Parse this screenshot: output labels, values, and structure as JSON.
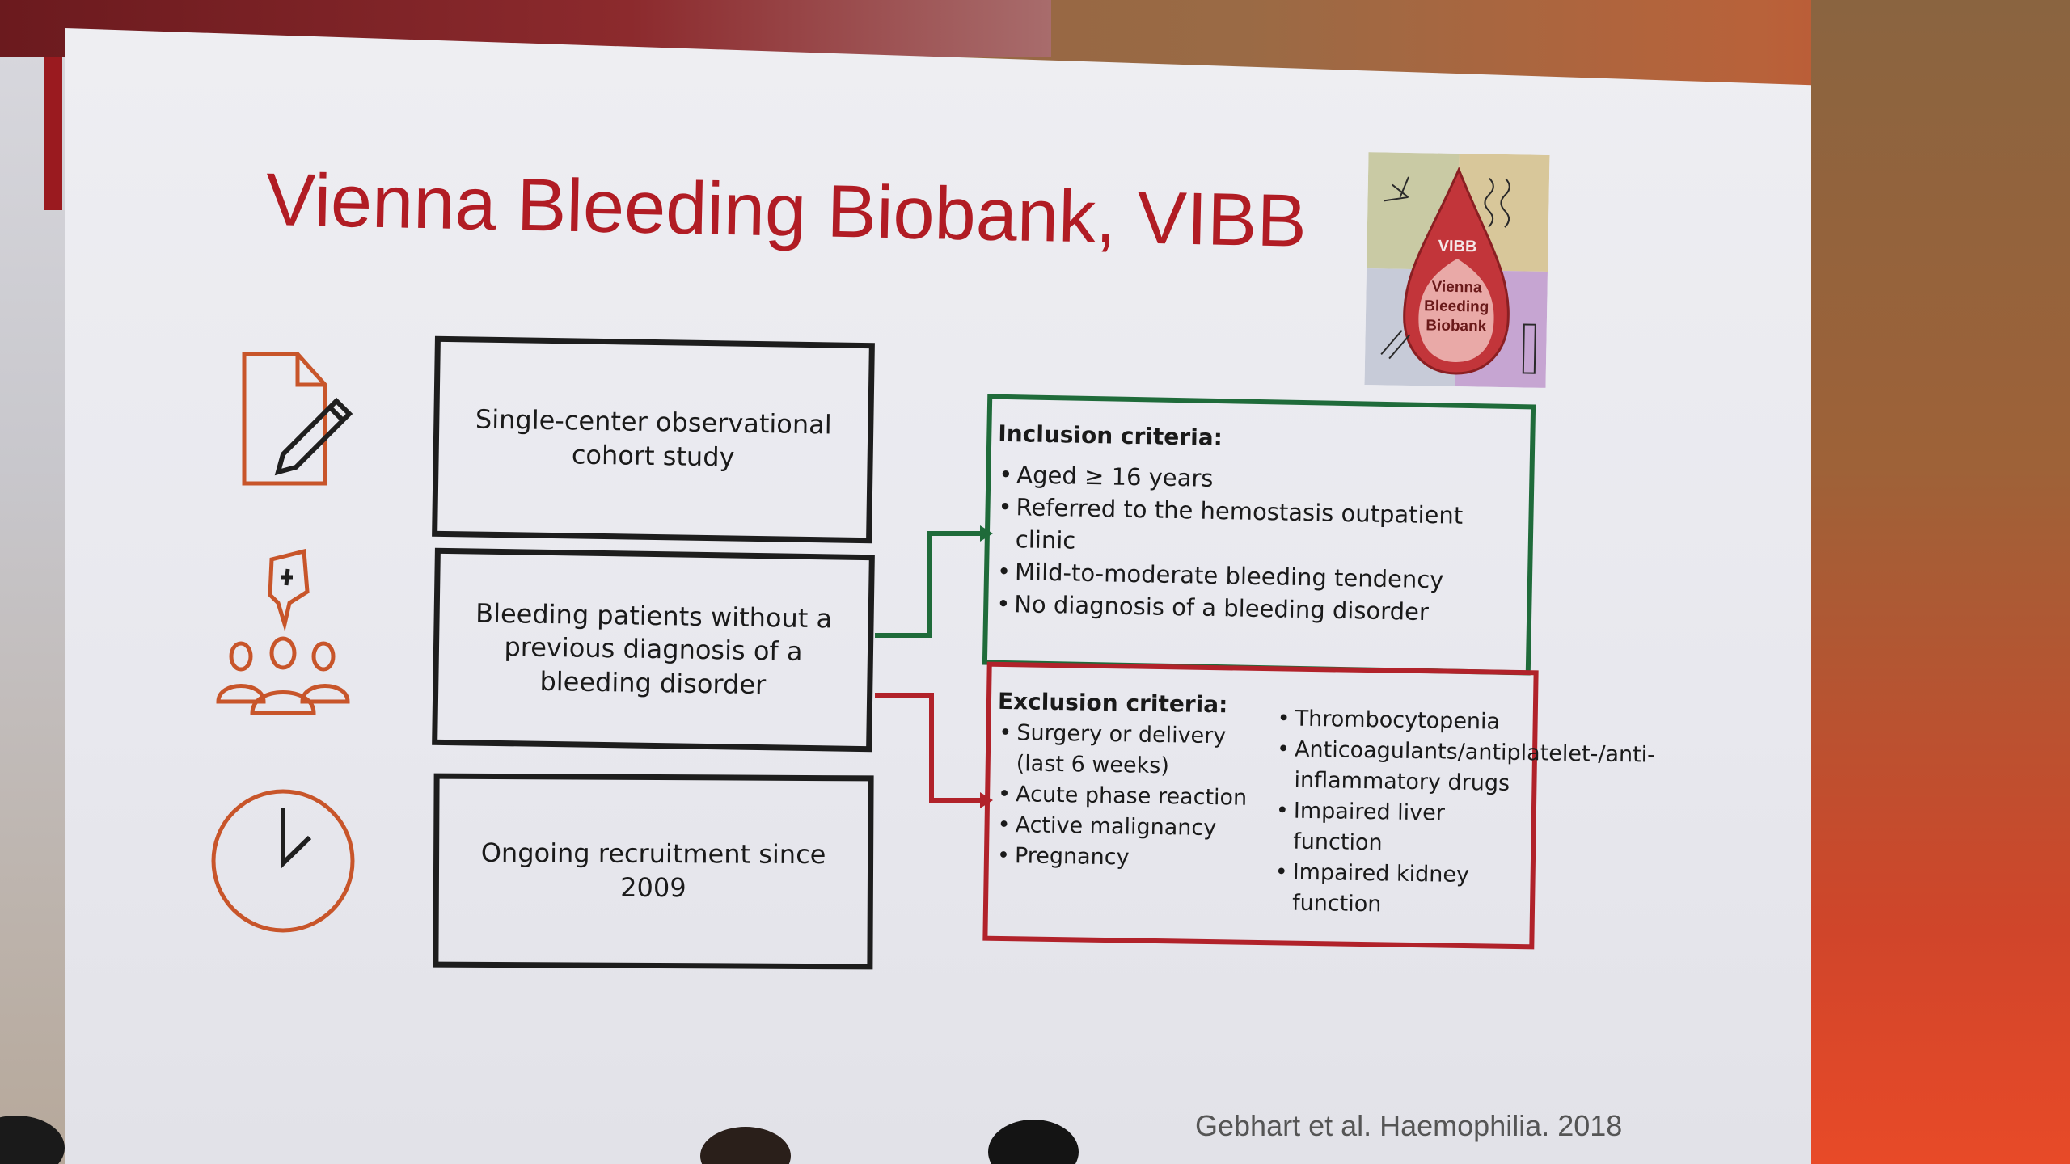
{
  "slide": {
    "title": "Vienna Bleeding Biobank, VIBB",
    "boxes": {
      "study": "Single-center observational cohort study",
      "patients": "Bleeding patients without a previous diagnosis of a bleeding disorder",
      "recruitment": "Ongoing recruitment since 2009"
    },
    "inclusion": {
      "title": "Inclusion criteria:",
      "items": [
        "Aged ≥ 16 years",
        "Referred to the hemostasis outpatient clinic",
        "Mild-to-moderate bleeding tendency",
        "No diagnosis of a bleeding disorder"
      ]
    },
    "exclusion": {
      "title": "Exclusion criteria:",
      "left_items": [
        "Surgery or delivery (last 6 weeks)",
        "Acute phase reaction",
        "Active malignancy",
        "Pregnancy"
      ],
      "right_items": [
        "Thrombocytopenia",
        "Anticoagulants/antiplatelet-/anti-inflammatory drugs",
        "Impaired liver function",
        "Impaired kidney function"
      ]
    },
    "logo": {
      "top_text": "VIBB",
      "line1": "Vienna",
      "line2": "Bleeding",
      "line3": "Biobank"
    },
    "citation": "Gebhart et al. Haemophilia. 2018"
  },
  "icons": [
    "document-pen-icon",
    "patients-group-icon",
    "clock-icon"
  ],
  "colors": {
    "title_red": "#b11c24",
    "inclusion_border": "#1f6b3a",
    "exclusion_border": "#b1222a",
    "icon_orange": "#c8552a"
  }
}
